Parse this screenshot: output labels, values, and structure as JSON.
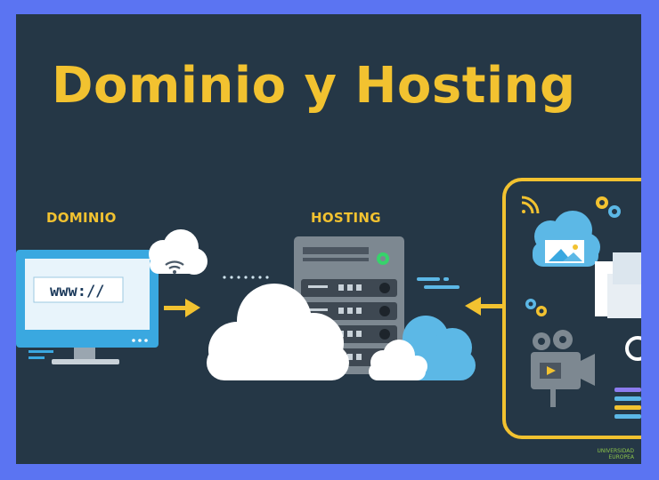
{
  "title": "Dominio y Hosting",
  "labels": {
    "domain": "DOMINIO",
    "hosting": "HOSTING"
  },
  "browser": {
    "url_text": "www://"
  },
  "watermark": {
    "line1": "UNIVERSIDAD",
    "line2": "EUROPEA"
  },
  "colors": {
    "background": "#253746",
    "frame": "#5b74f2",
    "accent": "#f2c230",
    "cloud": "#ffffff",
    "cloud_blue": "#5cb8e6",
    "server": "#7d8891",
    "monitor": "#3aa8e0"
  },
  "icons": [
    "monitor-icon",
    "wifi-icon",
    "cloud-icon",
    "server-icon",
    "arrow-right-icon",
    "arrow-left-icon",
    "gear-icon",
    "image-cloud-icon",
    "video-camera-icon",
    "document-icon"
  ]
}
